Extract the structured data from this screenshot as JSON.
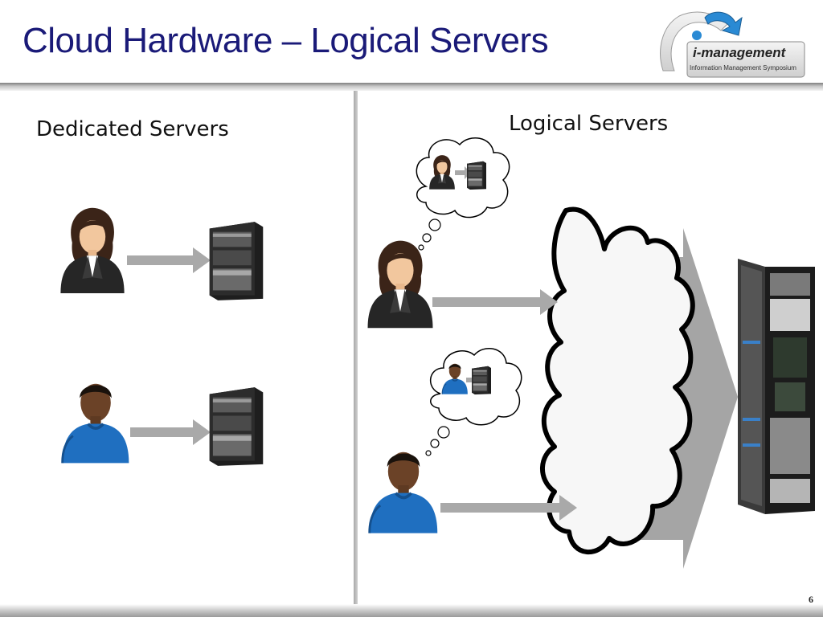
{
  "slide": {
    "title": "Cloud Hardware – Logical Servers",
    "page_number": "6"
  },
  "logo": {
    "name": "i-management",
    "subtitle": "Information Management Symposium"
  },
  "left_panel": {
    "heading": "Dedicated Servers",
    "rows": [
      {
        "user": "woman-user-icon",
        "target": "server-tower-icon"
      },
      {
        "user": "man-user-icon",
        "target": "server-tower-icon"
      }
    ]
  },
  "right_panel": {
    "heading": "Logical Servers",
    "users": [
      "woman-user-icon",
      "man-user-icon"
    ],
    "thought_bubbles": [
      "woman-with-server-thought",
      "man-with-server-thought"
    ],
    "center": "cloud-icon",
    "destination": "server-rack-icon"
  },
  "colors": {
    "title": "#1a1a78",
    "arrow": "#a9a9a9",
    "shirt_blue": "#1e6bb8",
    "suit": "#2a2a2a"
  }
}
